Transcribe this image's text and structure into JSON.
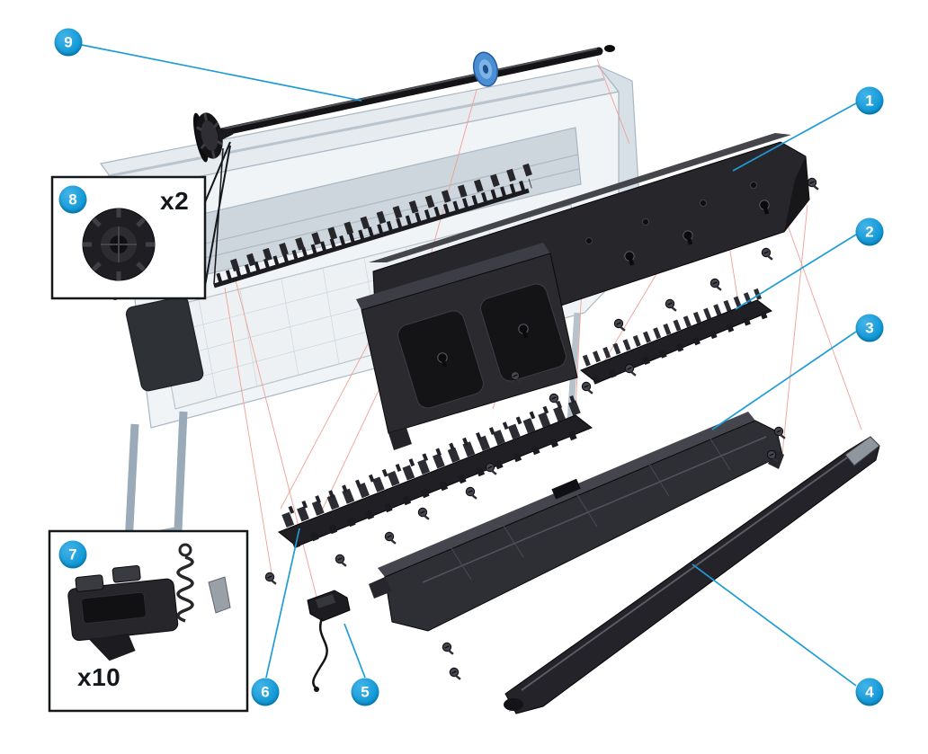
{
  "diagram": {
    "type": "exploded-parts-diagram",
    "background": "#ffffff",
    "callouts": [
      {
        "label": "1"
      },
      {
        "label": "2"
      },
      {
        "label": "3"
      },
      {
        "label": "4"
      },
      {
        "label": "5"
      },
      {
        "label": "6"
      },
      {
        "label": "7"
      },
      {
        "label": "8"
      },
      {
        "label": "9"
      }
    ],
    "insets": [
      {
        "quantity": "x2"
      },
      {
        "quantity": "x10"
      }
    ],
    "colors": {
      "callout": "#0d96d5",
      "callout_light": "#43b4e8",
      "leader": "#1e9cd7",
      "alignment": "#f0a096",
      "part": "#232329",
      "printer_outline": "#a9b7c3"
    }
  }
}
